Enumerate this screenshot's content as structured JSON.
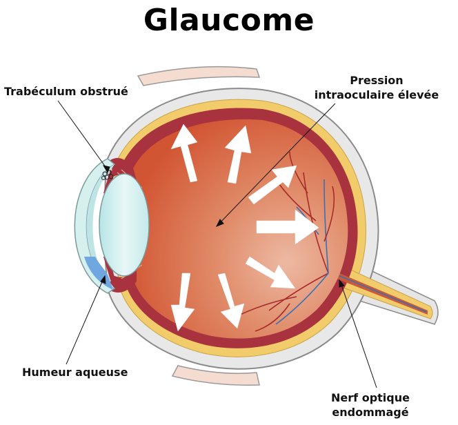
{
  "title": "Glaucome",
  "labels": {
    "trabeculum": "Trabéculum obstrué",
    "pression_line1": "Pression",
    "pression_line2": "intraoculaire élevée",
    "humeur": "Humeur aqueuse",
    "nerf_line1": "Nerf optique",
    "nerf_line2": "endommagé"
  },
  "colors": {
    "vitreous_light": "#ebb29b",
    "vitreous_dark": "#d75f3a",
    "choroid": "#a8333f",
    "retina_yellow": "#f2cc6a",
    "sclera": "#e6e6e6",
    "lens": "#cfeef0",
    "aqueous": "#7fb6e3",
    "arrow": "#ffffff"
  }
}
